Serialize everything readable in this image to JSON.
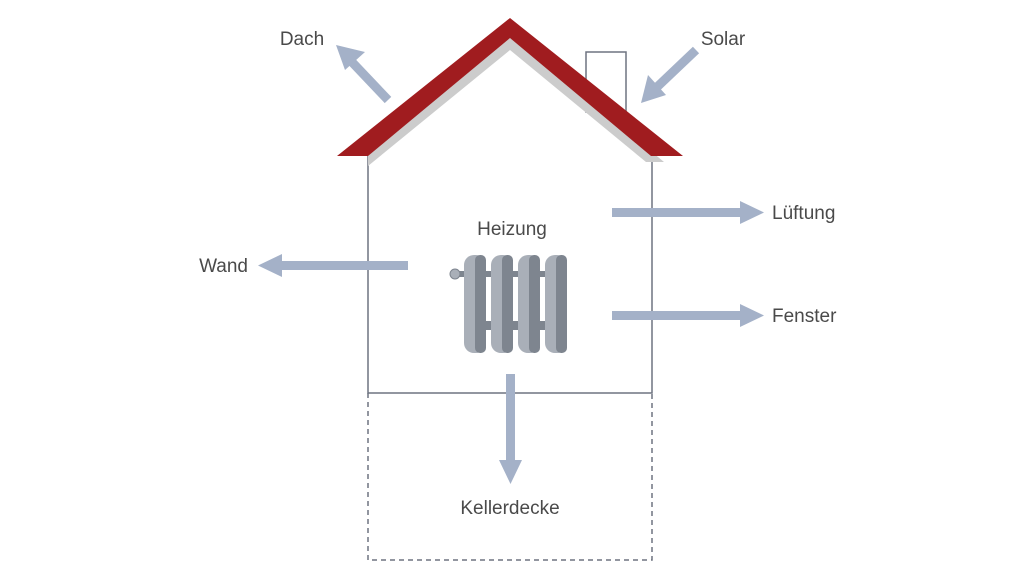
{
  "labels": {
    "roof": "Dach",
    "solar": "Solar",
    "ventilation": "Lüftung",
    "wall": "Wand",
    "heating": "Heizung",
    "window": "Fenster",
    "basement_ceiling": "Kellerdecke"
  },
  "colors": {
    "roof": "#a01c1f",
    "roof_shadow": "#cccccc",
    "outline": "#6e7480",
    "arrow": "#a4b1c8",
    "radiator_light": "#a9afb8",
    "radiator_dark": "#7e858f",
    "text": "#4a4a4a"
  }
}
